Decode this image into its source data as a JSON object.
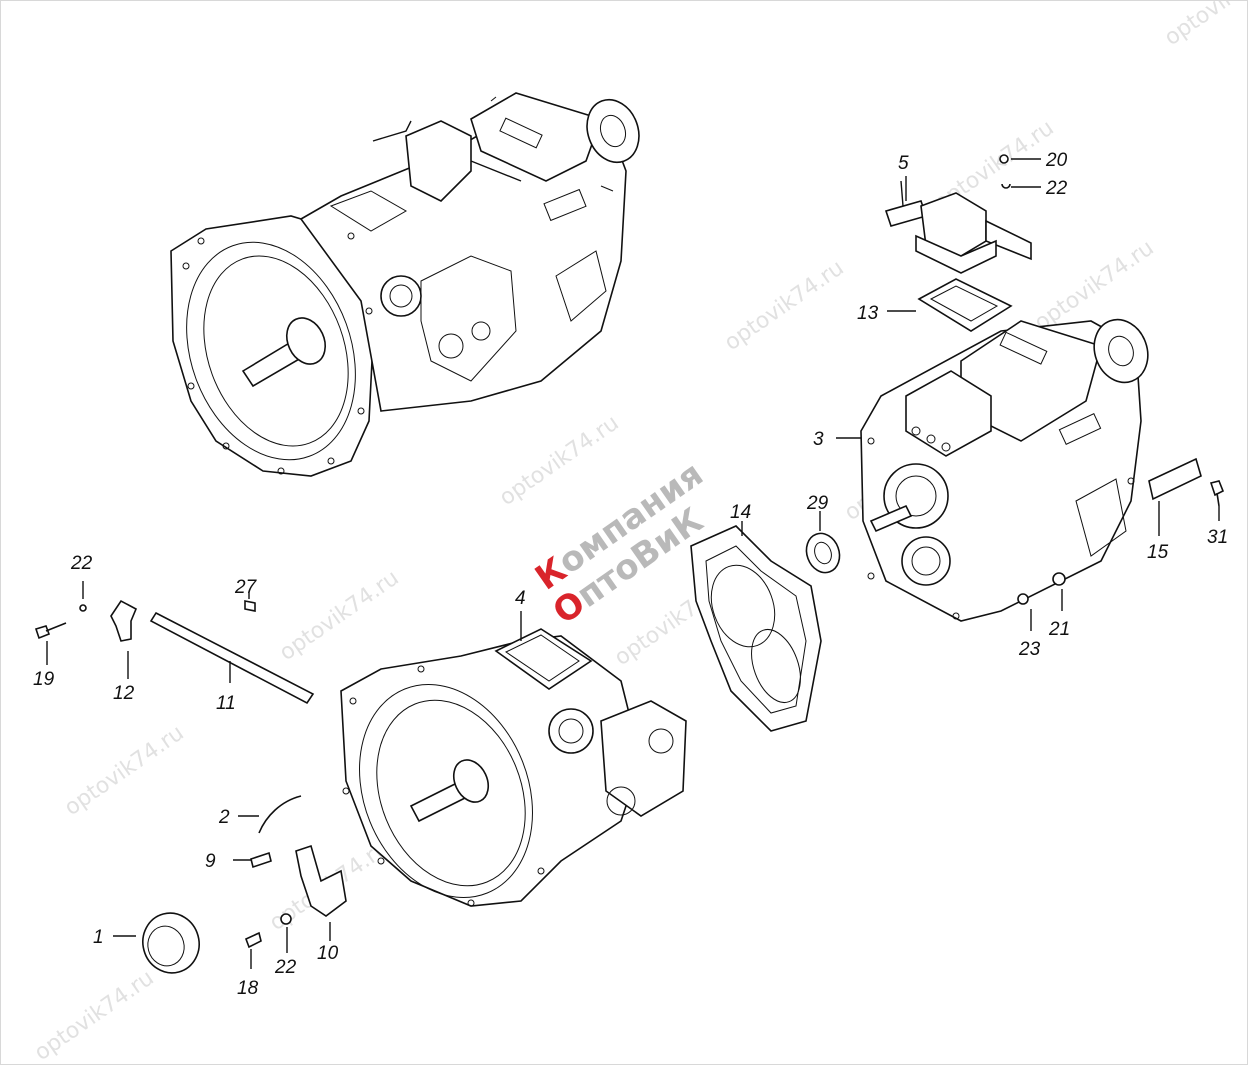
{
  "watermark": {
    "text": "optovik74.ru"
  },
  "logo": {
    "first_letter": "К",
    "line1_rest": "омпания",
    "second_letter": "О",
    "line2_rest": "птоВиК"
  },
  "callouts": {
    "c1": "1",
    "c2": "2",
    "c3": "3",
    "c4": "4",
    "c5": "5",
    "c9": "9",
    "c10": "10",
    "c11": "11",
    "c12": "12",
    "c13": "13",
    "c14": "14",
    "c15": "15",
    "c18": "18",
    "c19": "19",
    "c20": "20",
    "c21": "21",
    "c22a": "22",
    "c22b": "22",
    "c22c": "22",
    "c23": "23",
    "c27": "27",
    "c29": "29",
    "c31": "31"
  }
}
